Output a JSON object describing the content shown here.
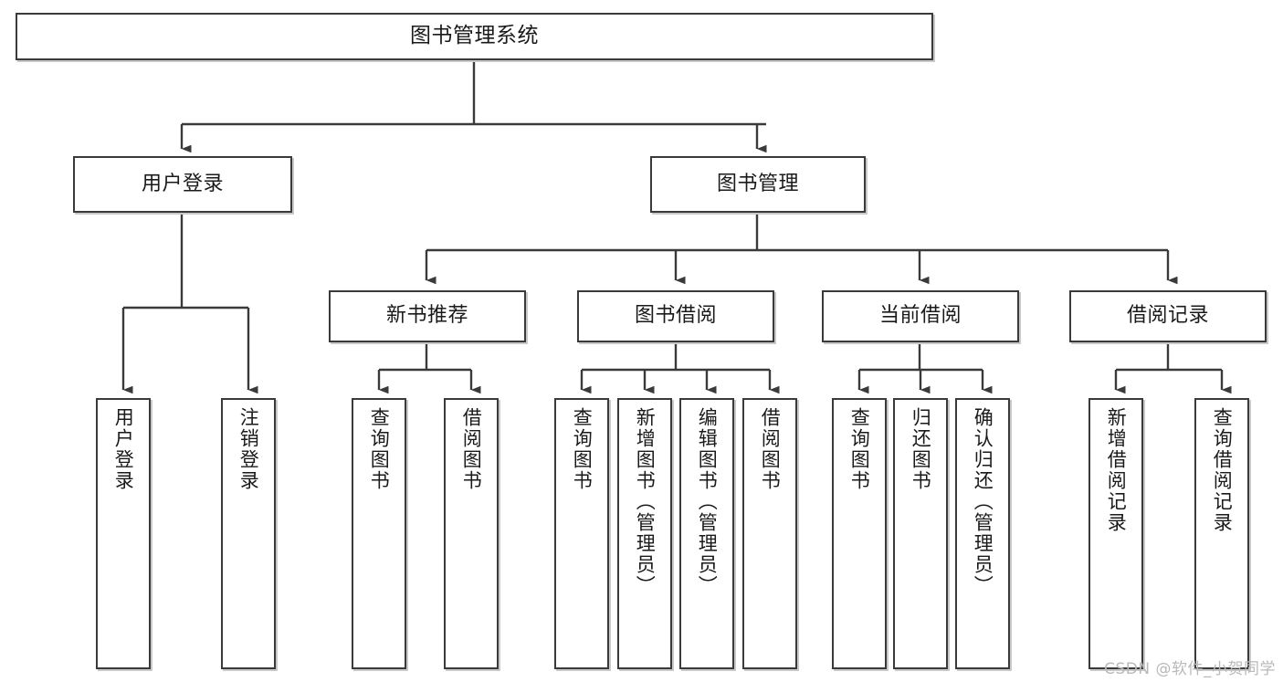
{
  "diagram": {
    "title": "图书管理系统",
    "type": "tree",
    "watermark": "CSDN @软件_小贺同学",
    "colors": {
      "stroke": "#3a3a3a",
      "shadow": "#c9c9c9",
      "background": "#ffffff",
      "text": "#1a1a1a",
      "watermark": "#b9b9b9"
    }
  },
  "nodes": {
    "root": {
      "label": "图书管理系统",
      "level": 0,
      "orientation": "horizontal"
    },
    "l1": [
      {
        "id": "user-login",
        "label": "用户登录",
        "level": 1,
        "orientation": "horizontal"
      },
      {
        "id": "book-manage",
        "label": "图书管理",
        "level": 1,
        "orientation": "horizontal"
      }
    ],
    "l2": [
      {
        "id": "new-book-recommend",
        "label": "新书推荐",
        "level": 2,
        "orientation": "horizontal",
        "parent": "book-manage"
      },
      {
        "id": "book-borrow",
        "label": "图书借阅",
        "level": 2,
        "orientation": "horizontal",
        "parent": "book-manage"
      },
      {
        "id": "current-borrow",
        "label": "当前借阅",
        "level": 2,
        "orientation": "horizontal",
        "parent": "book-manage"
      },
      {
        "id": "borrow-record",
        "label": "借阅记录",
        "level": 2,
        "orientation": "horizontal",
        "parent": "book-manage"
      }
    ],
    "l3": [
      {
        "id": "leaf-user-login",
        "label": "用户登录",
        "level": 3,
        "orientation": "vertical",
        "parent": "user-login"
      },
      {
        "id": "leaf-user-logout",
        "label": "注销登录",
        "level": 3,
        "orientation": "vertical",
        "parent": "user-login"
      },
      {
        "id": "leaf-query-book-1",
        "label": "查询图书",
        "level": 3,
        "orientation": "vertical",
        "parent": "new-book-recommend"
      },
      {
        "id": "leaf-borrow-book-1",
        "label": "借阅图书",
        "level": 3,
        "orientation": "vertical",
        "parent": "new-book-recommend"
      },
      {
        "id": "leaf-query-book-2",
        "label": "查询图书",
        "level": 3,
        "orientation": "vertical",
        "parent": "book-borrow"
      },
      {
        "id": "leaf-add-book",
        "label": "新增图书（管理员）",
        "level": 3,
        "orientation": "vertical",
        "parent": "book-borrow"
      },
      {
        "id": "leaf-edit-book",
        "label": "编辑图书（管理员）",
        "level": 3,
        "orientation": "vertical",
        "parent": "book-borrow"
      },
      {
        "id": "leaf-borrow-book-2",
        "label": "借阅图书",
        "level": 3,
        "orientation": "vertical",
        "parent": "book-borrow"
      },
      {
        "id": "leaf-query-book-3",
        "label": "查询图书",
        "level": 3,
        "orientation": "vertical",
        "parent": "current-borrow"
      },
      {
        "id": "leaf-return-book",
        "label": "归还图书",
        "level": 3,
        "orientation": "vertical",
        "parent": "current-borrow"
      },
      {
        "id": "leaf-confirm-return",
        "label": "确认归还（管理员）",
        "level": 3,
        "orientation": "vertical",
        "parent": "current-borrow"
      },
      {
        "id": "leaf-add-record",
        "label": "新增借阅记录",
        "level": 3,
        "orientation": "vertical",
        "parent": "borrow-record"
      },
      {
        "id": "leaf-query-record",
        "label": "查询借阅记录",
        "level": 3,
        "orientation": "vertical",
        "parent": "borrow-record"
      }
    ]
  }
}
